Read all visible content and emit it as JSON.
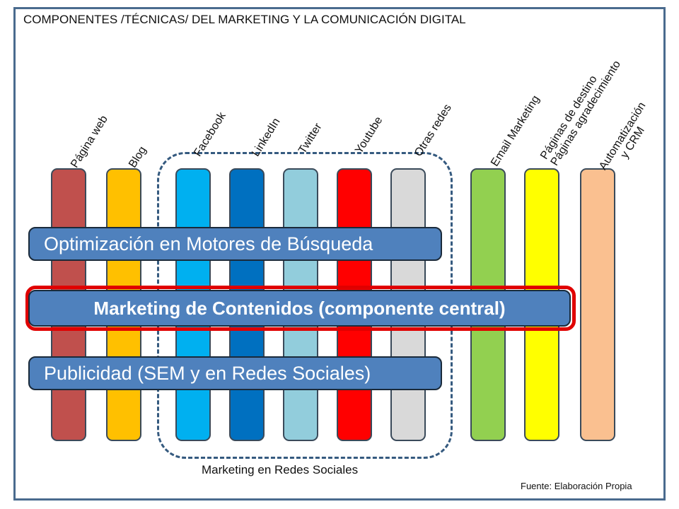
{
  "title": "COMPONENTES /TÉCNICAS/ DEL MARKETING Y LA COMUNICACIÓN DIGITAL",
  "columns": [
    {
      "label": "Página web",
      "color": "#c0504d"
    },
    {
      "label": "Blog",
      "color": "#ffc000"
    },
    {
      "label": "Facebook",
      "color": "#00b0f0"
    },
    {
      "label": "LinkedIn",
      "color": "#0070c0"
    },
    {
      "label": "Twitter",
      "color": "#92cddc"
    },
    {
      "label": "Youtube",
      "color": "#ff0000"
    },
    {
      "label": "Otras redes",
      "color": "#d9d9d9"
    },
    {
      "label": "Email Marketing",
      "color": "#92d050"
    },
    {
      "label_line1": "Páginas de destino",
      "label_line2": "Páginas agradecimiento",
      "color": "#ffff00"
    },
    {
      "label_line1": "Automatización",
      "label_line2": "y CRM",
      "color": "#fac090"
    }
  ],
  "bands": {
    "seo": "Optimización en Motores de Búsqueda",
    "content": "Marketing de Contenidos (componente central)",
    "ads": "Publicidad (SEM y en Redes Sociales)"
  },
  "social_group_label": "Marketing en Redes Sociales",
  "source": "Fuente: Elaboración Propia",
  "colors": {
    "band": "#4f81bd",
    "highlight": "#e00000",
    "frame": "#4a6b8e"
  }
}
